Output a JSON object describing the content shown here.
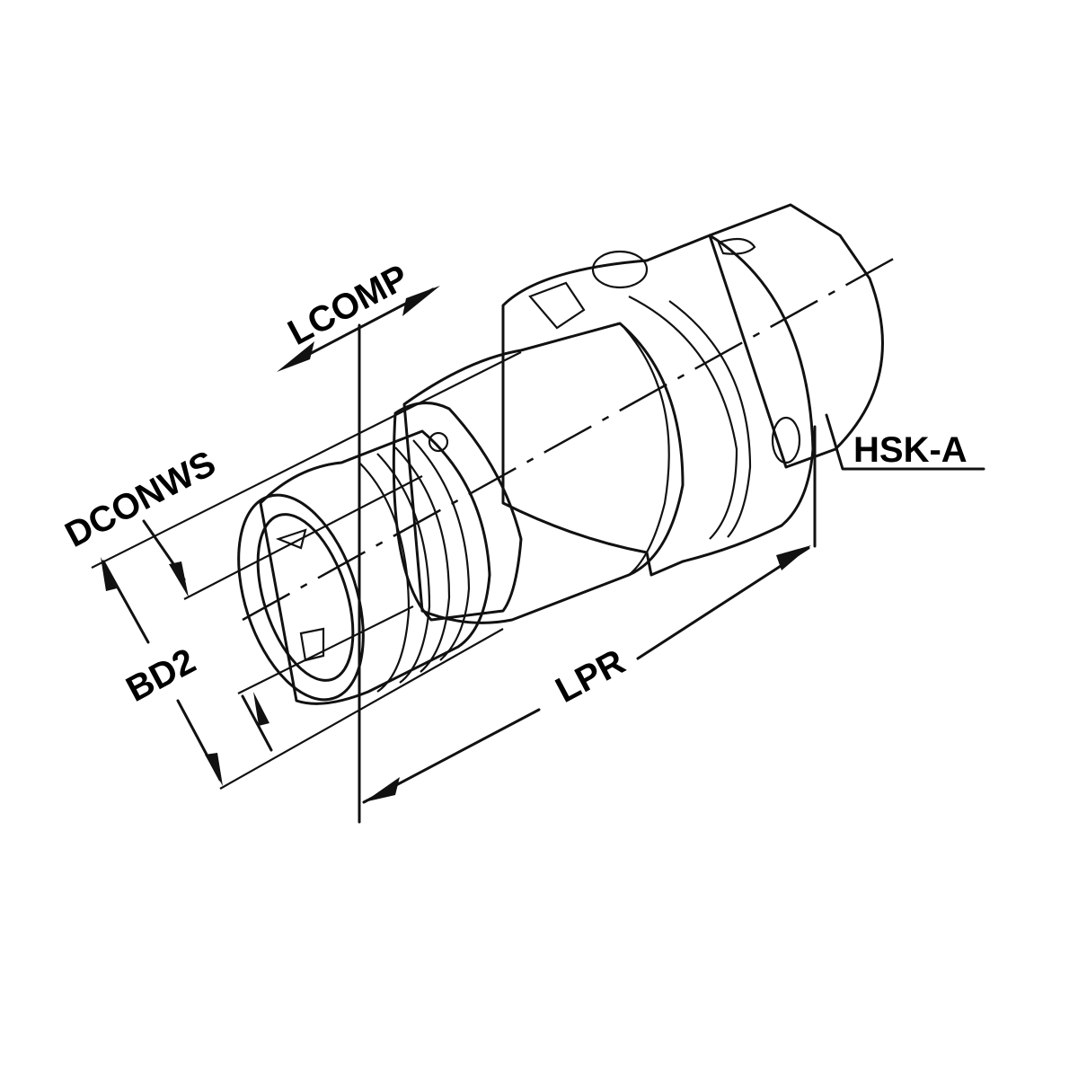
{
  "diagram": {
    "subject": "HSK-A tool holder",
    "labels": {
      "lcomp": "LCOMP",
      "dconws": "DCONWS",
      "bd2": "BD2",
      "lpr": "LPR",
      "hsk": "HSK-A"
    },
    "colors": {
      "line": "#111111",
      "body_light": "#e8e8e8",
      "body_mid": "#b9bcbd",
      "body_dark": "#8e9192",
      "background": "#ffffff"
    }
  }
}
